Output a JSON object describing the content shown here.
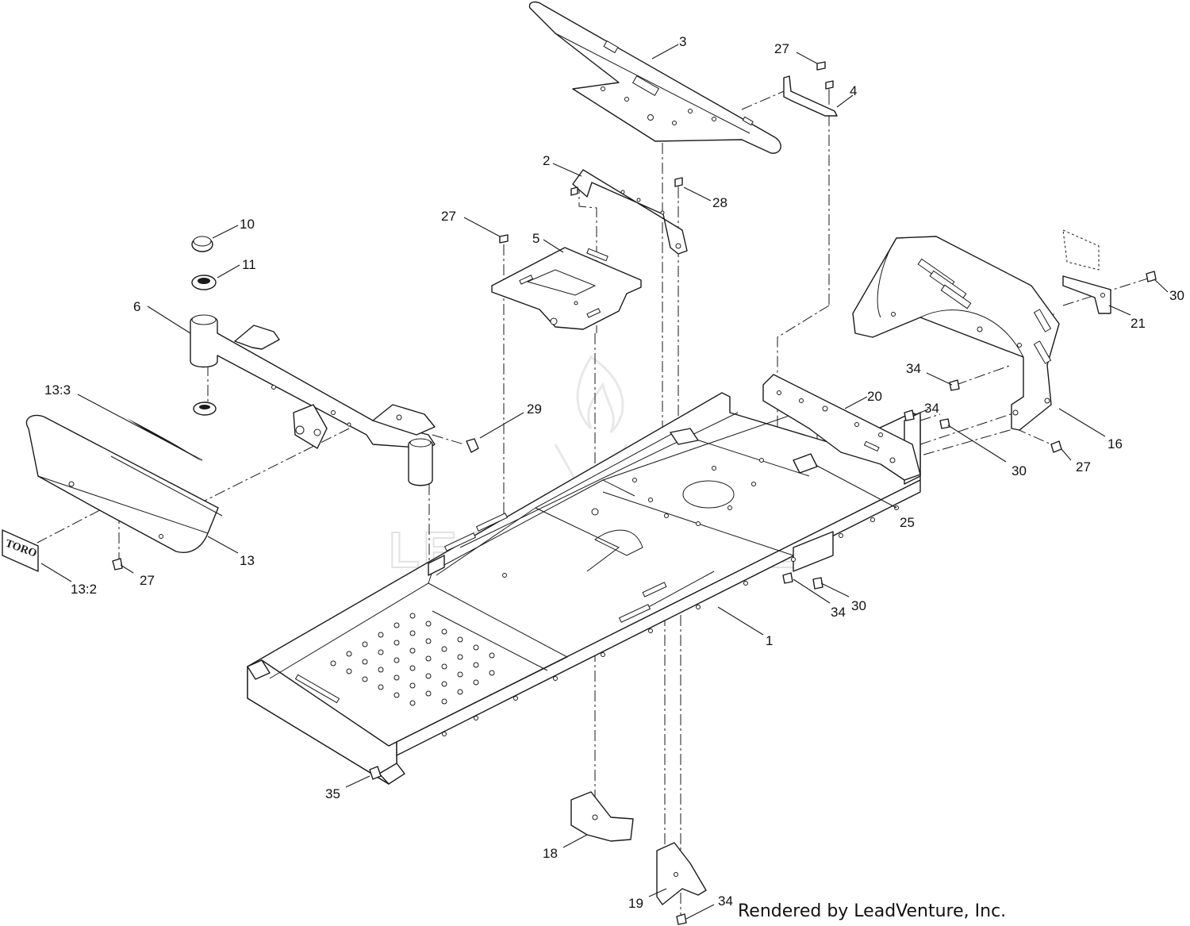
{
  "diagram": {
    "watermark": "LEADVENTURE",
    "credit": "Rendered by LeadVenture, Inc.",
    "decal_logo": "TORO",
    "callouts": [
      {
        "id": "c1",
        "text": "1"
      },
      {
        "id": "c2",
        "text": "2"
      },
      {
        "id": "c3",
        "text": "3"
      },
      {
        "id": "c4",
        "text": "4"
      },
      {
        "id": "c5",
        "text": "5"
      },
      {
        "id": "c6",
        "text": "6"
      },
      {
        "id": "c10",
        "text": "10"
      },
      {
        "id": "c11",
        "text": "11"
      },
      {
        "id": "c13",
        "text": "13"
      },
      {
        "id": "c13_2",
        "text": "13:2"
      },
      {
        "id": "c13_3",
        "text": "13:3"
      },
      {
        "id": "c16",
        "text": "16"
      },
      {
        "id": "c18",
        "text": "18"
      },
      {
        "id": "c19",
        "text": "19"
      },
      {
        "id": "c20",
        "text": "20"
      },
      {
        "id": "c21",
        "text": "21"
      },
      {
        "id": "c25",
        "text": "25"
      },
      {
        "id": "c27a",
        "text": "27"
      },
      {
        "id": "c27b",
        "text": "27"
      },
      {
        "id": "c27c",
        "text": "27"
      },
      {
        "id": "c27d",
        "text": "27"
      },
      {
        "id": "c28",
        "text": "28"
      },
      {
        "id": "c29",
        "text": "29"
      },
      {
        "id": "c30a",
        "text": "30"
      },
      {
        "id": "c30b",
        "text": "30"
      },
      {
        "id": "c30c",
        "text": "30"
      },
      {
        "id": "c34a",
        "text": "34"
      },
      {
        "id": "c34b",
        "text": "34"
      },
      {
        "id": "c34c",
        "text": "34"
      },
      {
        "id": "c34d",
        "text": "34"
      },
      {
        "id": "c35",
        "text": "35"
      }
    ]
  }
}
